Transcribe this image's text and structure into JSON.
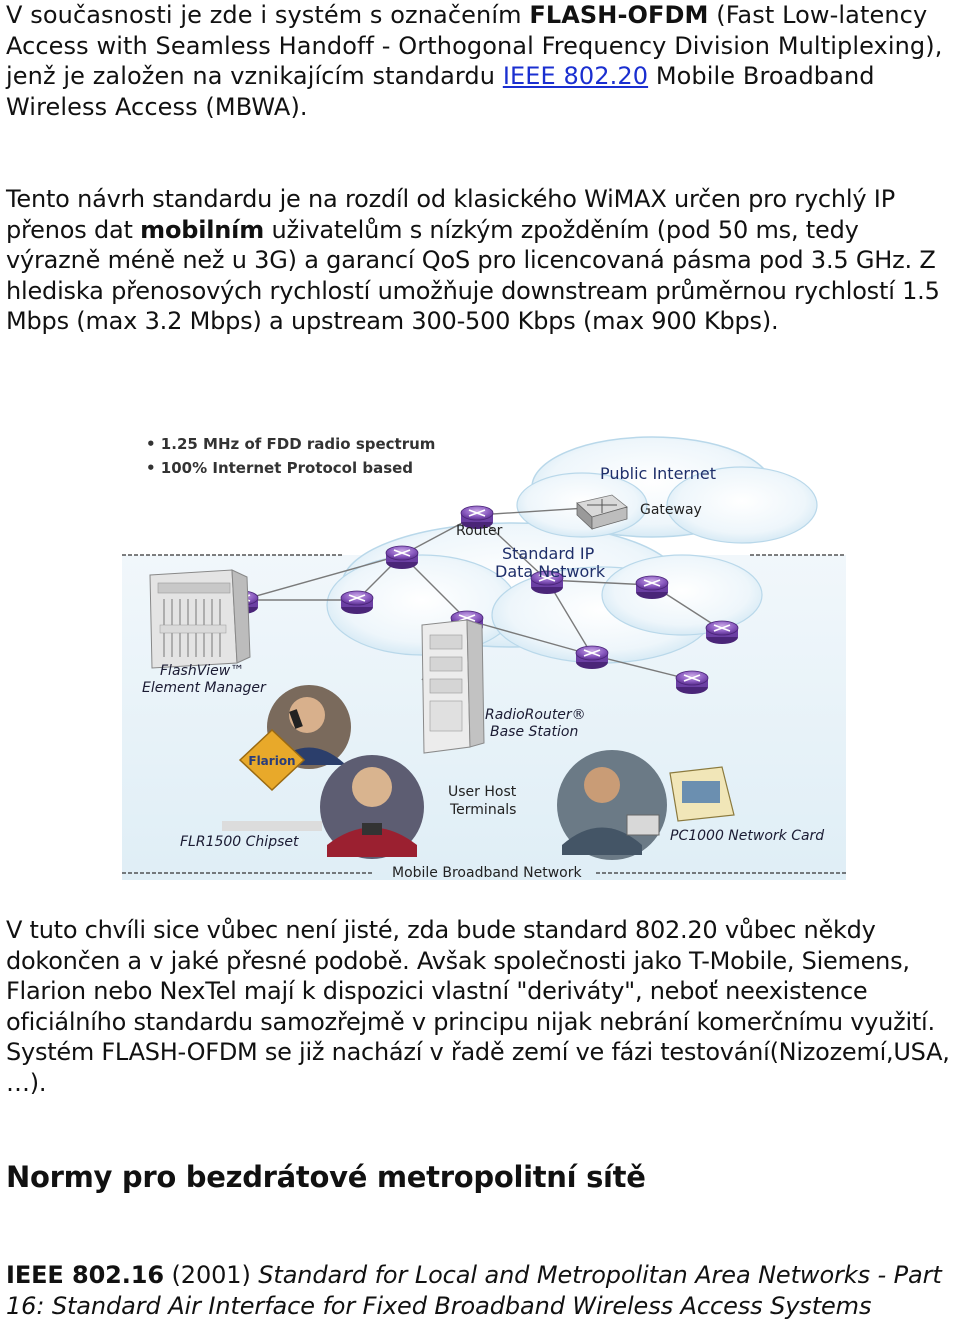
{
  "para1": {
    "t1": "V současnosti je zde i systém s označením ",
    "b1": "FLASH-OFDM",
    "t2": " (Fast Low-latency Access with Seamless Handoff - Orthogonal Frequency Division Multiplexing), jenž je založen na vznikajícím standardu ",
    "link": "IEEE 802.20",
    "t3": " Mobile Broadband Wireless Access (MBWA)."
  },
  "para2": {
    "t1": "Tento návrh standardu je na rozdíl od klasického WiMAX určen pro rychlý IP přenos dat ",
    "b1": "mobilním",
    "t2": " uživatelům s nízkým zpožděním (pod 50 ms, tedy výrazně méně než u 3G) a garancí QoS pro licencovaná pásma pod 3.5 GHz. Z hlediska přenosových rychlostí umožňuje downstream průměrnou rychlostí 1.5 Mbps (max 3.2 Mbps) a upstream 300-500 Kbps (max 900 Kbps)."
  },
  "diagram": {
    "bullet1": "• 1.25 MHz of FDD radio spectrum",
    "bullet2": "• 100% Internet Protocol based",
    "public_internet": "Public Internet",
    "gateway": "Gateway",
    "router": "Router",
    "standard_ip_1": "Standard IP",
    "standard_ip_2": "Data Network",
    "flashview_1": "FlashView™",
    "flashview_2": "Element Manager",
    "radiorouter_1": "RadioRouter®",
    "radiorouter_2": "Base Station",
    "user_host_1": "User Host",
    "user_host_2": "Terminals",
    "flarion_logo": "Flarion",
    "chipset": "FLR1500 Chipset",
    "pc_card": "PC1000 Network Card",
    "mobile_broadband": "Mobile Broadband Network"
  },
  "para3": {
    "text": "V tuto chvíli sice vůbec není jisté, zda bude standard 802.20 vůbec někdy dokončen a v jaké přesné podobě. Avšak společnosti jako T-Mobile, Siemens, Flarion nebo NexTel mají k dispozici vlastní \"deriváty\", neboť neexistence oficiálního standardu samozřejmě v principu nijak nebrání komerčnímu využití. Systém FLASH-OFDM se již nachází v řadě zemí ve fázi testování(Nizozemí,USA, …)."
  },
  "heading": "Normy pro bezdrátové metropolitní sítě",
  "para4": {
    "b1": "IEEE 802.16",
    "t1": " (2001) ",
    "i1": "Standard for Local and Metropolitan Area Networks - Part 16: Standard Air Interface for Fixed Broadband Wireless Access Systems"
  }
}
